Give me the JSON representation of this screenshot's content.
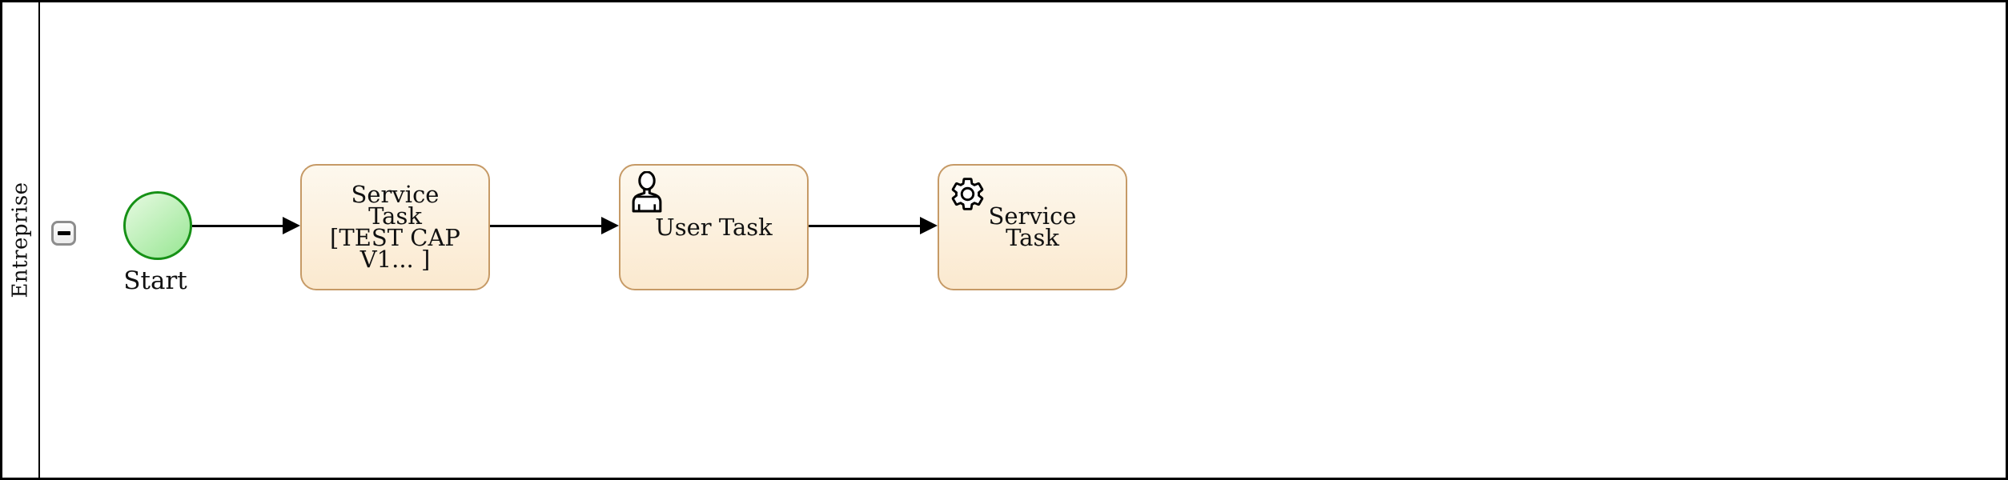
{
  "pool": {
    "name": "Entreprise",
    "collapse_button_icon": "minus-icon"
  },
  "process": {
    "start_event": {
      "label": "Start"
    },
    "tasks": [
      {
        "name": "service-task-1",
        "label": "Service\nTask\n[TEST CAP\nV1... ]",
        "icon": null
      },
      {
        "name": "user-task",
        "label": "User Task",
        "icon": "user-icon"
      },
      {
        "name": "service-task-2",
        "label": "Service\nTask",
        "icon": "gear-icon"
      }
    ],
    "flows": [
      {
        "from": "start-event",
        "to": "service-task-1"
      },
      {
        "from": "service-task-1",
        "to": "user-task"
      },
      {
        "from": "user-task",
        "to": "service-task-2"
      }
    ]
  },
  "colors": {
    "task_border": "#c69a66",
    "task_fill_top": "#fdf8ee",
    "task_fill_bottom": "#fbe9cf",
    "event_border": "#169116",
    "event_fill_top": "#e3f9de",
    "event_fill_bottom": "#9be796",
    "pool_border": "#000000",
    "background": "#ffffff"
  }
}
